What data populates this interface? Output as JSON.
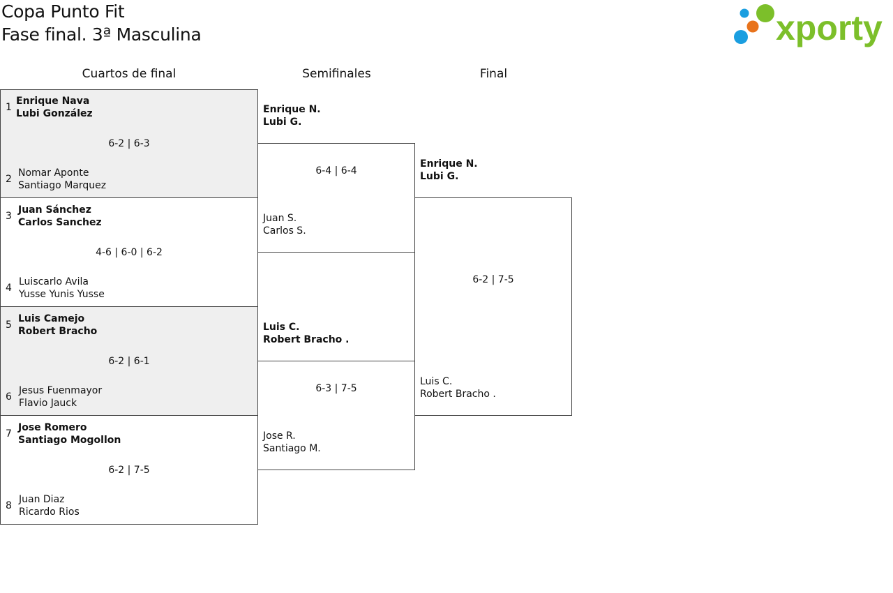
{
  "header": {
    "title_line1": "Copa Punto Fit",
    "title_line2": "Fase final. 3ª Masculina",
    "logo_text": "xporty"
  },
  "rounds": {
    "quarterfinals": "Cuartos de final",
    "semifinals": "Semifinales",
    "final": "Final"
  },
  "quarterfinals": [
    {
      "top_seed": "1",
      "top_line1": "Enrique Nava",
      "top_line2": "Lubi González",
      "score": "6-2 | 6-3",
      "bottom_seed": "2",
      "bottom_line1": "Nomar Aponte",
      "bottom_line2": "Santiago Marquez"
    },
    {
      "top_seed": "3",
      "top_line1": "Juan Sánchez",
      "top_line2": "Carlos Sanchez",
      "score": "4-6 | 6-0 | 6-2",
      "bottom_seed": "4",
      "bottom_line1": "Luiscarlo Avila",
      "bottom_line2": "Yusse Yunis Yusse"
    },
    {
      "top_seed": "5",
      "top_line1": "Luis Camejo",
      "top_line2": "Robert Bracho",
      "score": "6-2 | 6-1",
      "bottom_seed": "6",
      "bottom_line1": "Jesus Fuenmayor",
      "bottom_line2": "Flavio Jauck"
    },
    {
      "top_seed": "7",
      "top_line1": "Jose Romero",
      "top_line2": "Santiago Mogollon",
      "score": "6-2 | 7-5",
      "bottom_seed": "8",
      "bottom_line1": "Juan Diaz",
      "bottom_line2": "Ricardo Rios"
    }
  ],
  "semifinals": [
    {
      "top_line1": "Enrique N.",
      "top_line2": "Lubi G.",
      "score": "6-4 | 6-4",
      "bottom_line1": "Juan S.",
      "bottom_line2": "Carlos S."
    },
    {
      "top_line1": "Luis C.",
      "top_line2": "Robert Bracho .",
      "score": "6-3 | 7-5",
      "bottom_line1": "Jose R.",
      "bottom_line2": "Santiago M."
    }
  ],
  "final": {
    "top_line1": "Enrique N.",
    "top_line2": "Lubi G.",
    "score": "6-2 | 7-5",
    "bottom_line1": "Luis C.",
    "bottom_line2": "Robert Bracho ."
  },
  "colors": {
    "shaded_row": "#efefef",
    "border": "#444444",
    "logo_green": "#7cbf2a",
    "logo_blue": "#1a9ee0",
    "logo_orange": "#e8731c"
  }
}
